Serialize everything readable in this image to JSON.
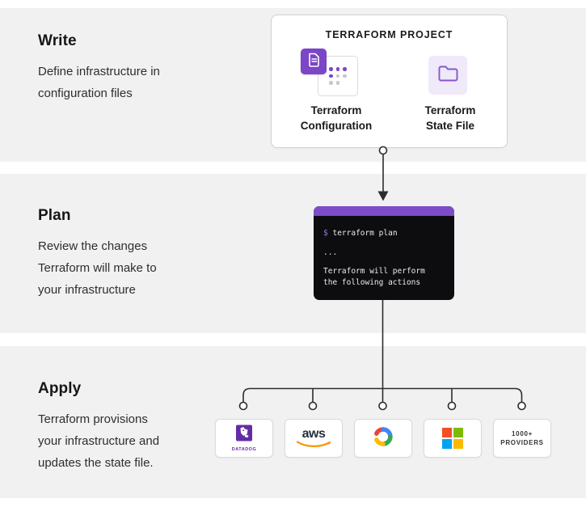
{
  "colors": {
    "band_background": "#f1f1f2",
    "terraform_purple": "#7b46c7",
    "terminal_bar_purple": "#7d4cc9",
    "terminal_background": "#0d0d0f",
    "state_file_lavender": "#efe9fa",
    "connector_stroke": "#2c2c2e",
    "datadog_purple": "#632ca6",
    "aws_orange": "#f79400",
    "aws_navy": "#232f3e",
    "microsoft_red": "#f25022",
    "microsoft_green": "#7fba00",
    "microsoft_blue": "#00a4ef",
    "microsoft_yellow": "#ffb900",
    "google_red": "#ea4335",
    "google_blue": "#4285f4",
    "google_green": "#34a853",
    "google_yellow": "#fbbc05"
  },
  "steps": {
    "write": {
      "title": "Write",
      "lines": [
        "Define infrastructure in",
        "configuration files"
      ]
    },
    "plan": {
      "title": "Plan",
      "lines": [
        "Review the changes",
        "Terraform will make to",
        "your infrastructure"
      ]
    },
    "apply": {
      "title": "Apply",
      "lines": [
        "Terraform provisions",
        "your infrastructure and",
        "updates the state file."
      ]
    }
  },
  "project_card": {
    "title": "TERRAFORM PROJECT",
    "config_dot_pattern": [
      [
        "p",
        "p",
        "p"
      ],
      [
        "p",
        "g",
        "g"
      ],
      [
        "g",
        "g",
        "x"
      ]
    ],
    "items": [
      {
        "label": [
          "Terraform",
          "Configuration"
        ]
      },
      {
        "label": [
          "Terraform",
          "State File"
        ]
      }
    ]
  },
  "terminal": {
    "prompt": "$",
    "command": "terraform plan",
    "lines": [
      "...",
      "Terraform will perform",
      "the following actions"
    ]
  },
  "providers": [
    {
      "name": "datadog",
      "label": "DATADOG"
    },
    {
      "name": "aws",
      "label": "aws"
    },
    {
      "name": "google-cloud"
    },
    {
      "name": "microsoft"
    },
    {
      "name": "more-providers",
      "lines": [
        "1000+",
        "PROVIDERS"
      ]
    }
  ]
}
